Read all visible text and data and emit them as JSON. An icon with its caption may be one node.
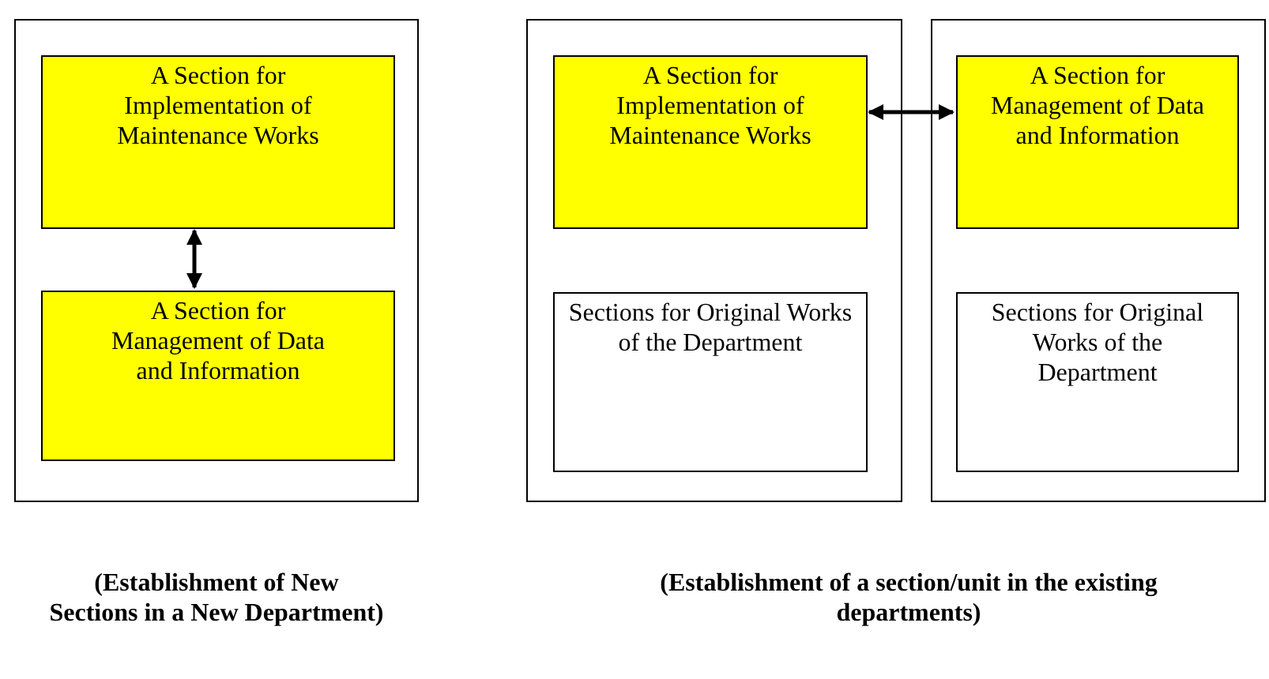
{
  "diagram": {
    "nodes": [
      {
        "text": [],
        "shape": "box"
      },
      {
        "text": [
          "A Section for Implementation of Maintenance Works"
        ],
        "in": 0
      },
      {
        "text": [
          "A Section for Management of Data and Information"
        ],
        "in": 0
      },
      {
        "text": [],
        "shape": "box"
      },
      {
        "text": [
          "A Section for Implementation of Maintenance Works"
        ],
        "in": 3
      },
      {
        "text": [
          "Sections for Original Works of the Department"
        ],
        "in": 3
      },
      {
        "text": [],
        "shape": "box"
      },
      {
        "text": [
          "A Section for Management of Data and Information"
        ],
        "in": 6
      },
      {
        "text": [
          "Sections for Original Works of the Department"
        ],
        "in": 6
      }
    ],
    "edges": [
      {
        "from": 1,
        "to": 2,
        "arrow": "both"
      },
      {
        "from": 4,
        "to": 7,
        "arrow": "both"
      }
    ],
    "labels": [
      "(Establishment of New Sections in a New Department)",
      "(Establishment of a section/unit in the existing departments)"
    ]
  }
}
